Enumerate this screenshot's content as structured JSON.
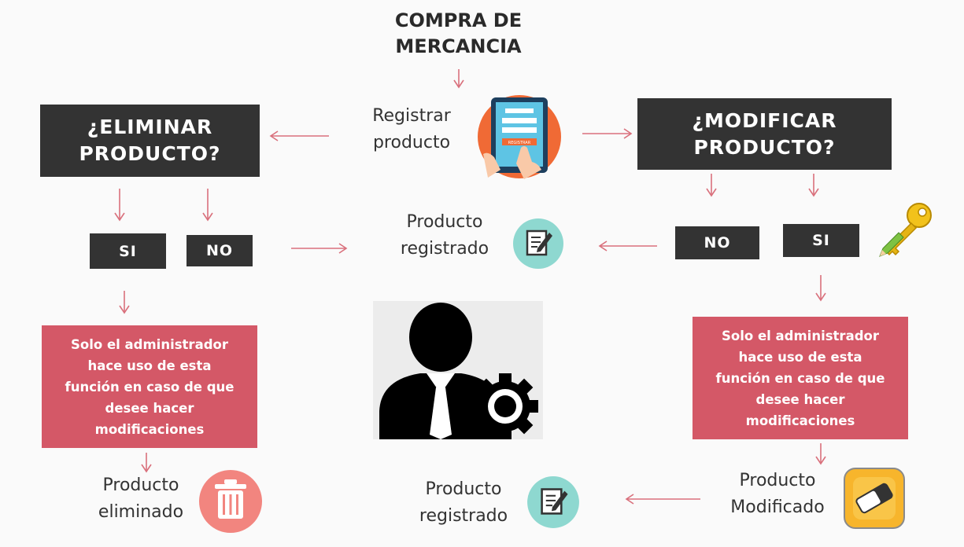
{
  "title": {
    "line1": "COMPRA DE",
    "line2": "MERCANCIA"
  },
  "register": {
    "line1": "Registrar",
    "line2": "producto",
    "tablet_text": "REGISTRAR"
  },
  "eliminar_q": {
    "line1": "¿ELIMINAR",
    "line2": "PRODUCTO?"
  },
  "modificar_q": {
    "line1": "¿MODIFICAR",
    "line2": "PRODUCTO?"
  },
  "left": {
    "si": "SI",
    "no": "NO"
  },
  "right": {
    "no": "NO",
    "si": "SI"
  },
  "registered_mid": {
    "line1": "Producto",
    "line2": "registrado"
  },
  "registered_bottom": {
    "line1": "Producto",
    "line2": "registrado"
  },
  "admin_left": {
    "lines": [
      "Solo el administrador",
      "hace uso de esta",
      "función en caso de que",
      "desee hacer",
      "modificaciones"
    ]
  },
  "admin_right": {
    "lines": [
      "Solo el administrador",
      "hace uso de esta",
      "función en caso de que",
      "desee hacer",
      "modificaciones"
    ]
  },
  "deleted": {
    "line1": "Producto",
    "line2": "eliminado"
  },
  "modified": {
    "line1": "Producto",
    "line2": "Modificado"
  },
  "colors": {
    "dark_box": "#333333",
    "red_box": "#d45867",
    "arrow": "#d9707c",
    "teal_icon": "#8ed8d0",
    "orange_icon": "#f06a35",
    "trash_icon": "#f2857f",
    "eraser_icon": "#f7b52c"
  }
}
